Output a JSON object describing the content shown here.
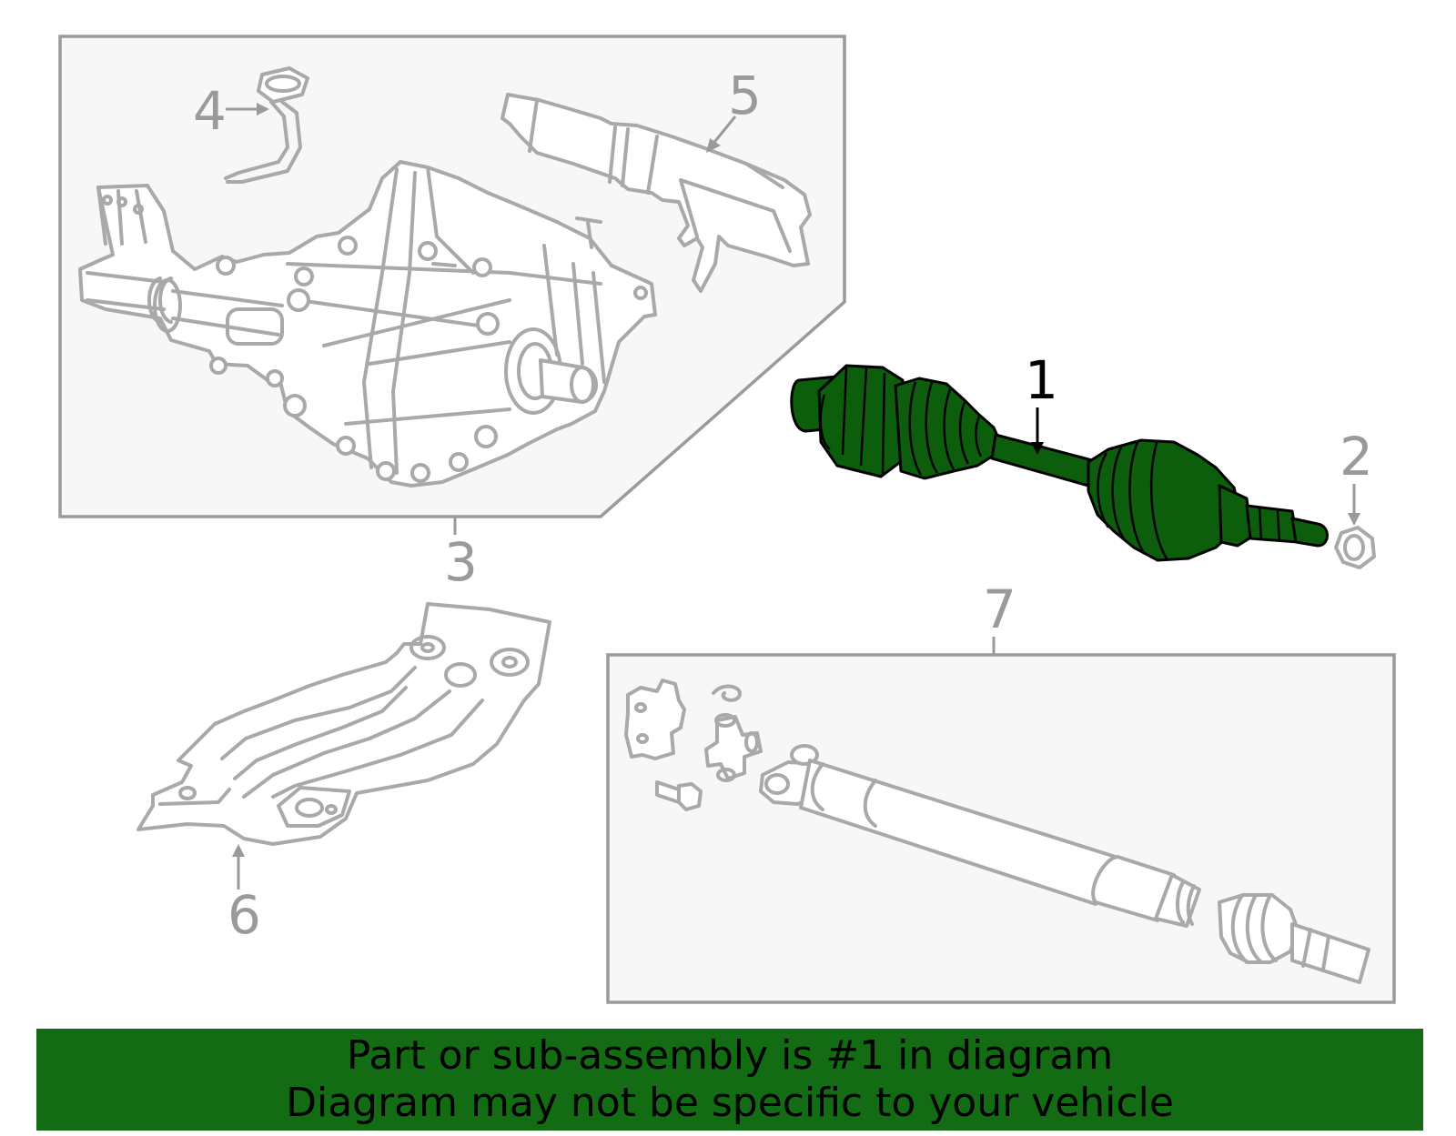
{
  "callouts": {
    "c1": "1",
    "c2": "2",
    "c3": "3",
    "c4": "4",
    "c5": "5",
    "c6": "6",
    "c7": "7"
  },
  "highlighted_part": "1",
  "colors": {
    "highlight": "#0c5e0c",
    "banner": "#136b13",
    "line_art": "#a9a9a9",
    "group_box": "#f7f7f7"
  },
  "banner": {
    "line1": "Part or sub-assembly is #1 in diagram",
    "line2": "Diagram may not be specific to your vehicle"
  }
}
